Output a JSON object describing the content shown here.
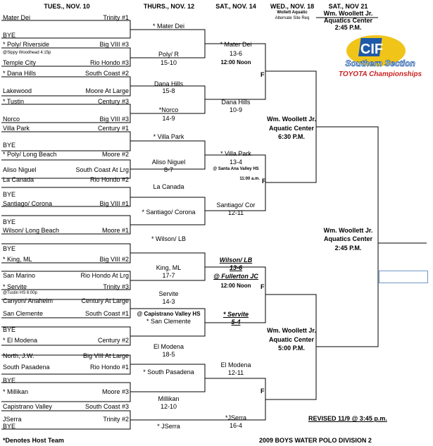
{
  "headers": {
    "r1": "TUES., NOV. 10",
    "r2": "THURS., NOV. 12",
    "r3": "SAT., NOV. 14",
    "r4": "WED., NOV. 18",
    "r4a": "Wollett Aquatic",
    "r4b": "Alternate Site Req",
    "r5": "SAT., NOV 21",
    "r5a": "Wm. Woollett Jr.",
    "r5b": "Aquatics Center",
    "r5c": "2:45 P.M."
  },
  "logo": {
    "top": "CIF",
    "mid": "Southern Section",
    "bottom": "TOYOTA Championships"
  },
  "round1": [
    {
      "left": "Mater Dei",
      "right": "Trinity #1"
    },
    {
      "left": "BYE",
      "right": ""
    },
    {
      "left": "* Poly/ Riverside",
      "right": "Big VIII #3"
    },
    {
      "left": "@Sippy Woodhead 4:15p",
      "right": ""
    },
    {
      "left": "Temple City",
      "right": "Rio Hondo #3"
    },
    {
      "left": "* Dana Hills",
      "right": "South Coast #2"
    },
    {
      "left": "Lakewood",
      "right": "Moore At Large"
    },
    {
      "left": "* Tustin",
      "right": "Century #3"
    },
    {
      "left": "Norco",
      "right": "Big VIII #3"
    },
    {
      "left": "Villa Park",
      "right": "Century #1"
    },
    {
      "left": "BYE",
      "right": ""
    },
    {
      "left": "* Poly/ Long Beach",
      "right": "Moore #2"
    },
    {
      "left": "Aliso Niguel",
      "right": "South Coast At Lrg"
    },
    {
      "left": "La Canada",
      "right": "Rio Hondo #2"
    },
    {
      "left": "BYE",
      "right": ""
    },
    {
      "left": "Santiago/ Corona",
      "right": "Big VIII #1"
    },
    {
      "left": "BYE",
      "right": ""
    },
    {
      "left": "Wilson/ Long Beach",
      "right": "Moore #1"
    },
    {
      "left": "BYE",
      "right": ""
    },
    {
      "left": "* King, ML",
      "right": "Big VIII #2"
    },
    {
      "left": "San Marino",
      "right": "Rio Hondo At Lrg"
    },
    {
      "left": "* Servite",
      "right": "Trinity #3"
    },
    {
      "left": "@Tustin HS 6:00p",
      "right": ""
    },
    {
      "left": "Canyon/ Anaheim",
      "right": "Century At Large"
    },
    {
      "left": "San Clemente",
      "right": "South Coast #1"
    },
    {
      "left": "BYE",
      "right": ""
    },
    {
      "left": "* El Modena",
      "right": "Century #2"
    },
    {
      "left": "North, J.W.",
      "right": "Big VIII At Large"
    },
    {
      "left": "South Pasadena",
      "right": "Rio Hondo #1"
    },
    {
      "left": "BYE",
      "right": ""
    },
    {
      "left": "* Millikan",
      "right": "Moore #3"
    },
    {
      "left": "Capistrano Valley",
      "right": "South Coast #3"
    },
    {
      "left": "JSerra",
      "right": "Trinity #2"
    },
    {
      "left": "BYE",
      "right": ""
    }
  ],
  "round2": [
    "* Mater Dei",
    "Poly/ R",
    "15-10",
    "Dana Hills",
    "15-8",
    "*Norco",
    "14-9",
    "* Villa Park",
    "Aliso Niguel",
    "8-7",
    "La Canada",
    "* Santiago/ Corona",
    "* Wilson/ LB",
    "King, ML",
    "17-7",
    "Servite",
    "14-3",
    "@ Capistrano Valley HS",
    "* San Clemente",
    "El Modena",
    "18-5",
    "* South Pasadena",
    "Millikan",
    "12-10",
    "* JSerra"
  ],
  "round3": [
    "* Mater Dei",
    "13-6",
    "12:00 Noon",
    "Dana Hills",
    "10-9",
    "* Villa Park",
    "13-4",
    "@ Santa Ana Valley HS",
    "11:00 a.m.",
    "Santiago/ Cor",
    "12-11",
    "Wilson/ LB",
    "13-6",
    "@ Fullerton JC",
    "12:00 Noon",
    "* Servite",
    "5-4",
    "El Modena",
    "12-11",
    "*JSerra",
    "16-4"
  ],
  "round4": [
    "Wm. Woollett Jr.",
    "Aquatic Center",
    "6:30 P.M.",
    "Wm. Woollett Jr.",
    "Aquatic Center",
    "5:00 P.M."
  ],
  "final": [
    "Wm. Woollett Jr.",
    "Aquatics Center",
    "2:45 P.M."
  ],
  "f_mark": "F",
  "footer": {
    "host": "*Denotes Host Team",
    "title": "2009 BOYS WATER POLO DIVISION 2",
    "revised": "REVISED 11/9 @ 3:45 p.m."
  }
}
